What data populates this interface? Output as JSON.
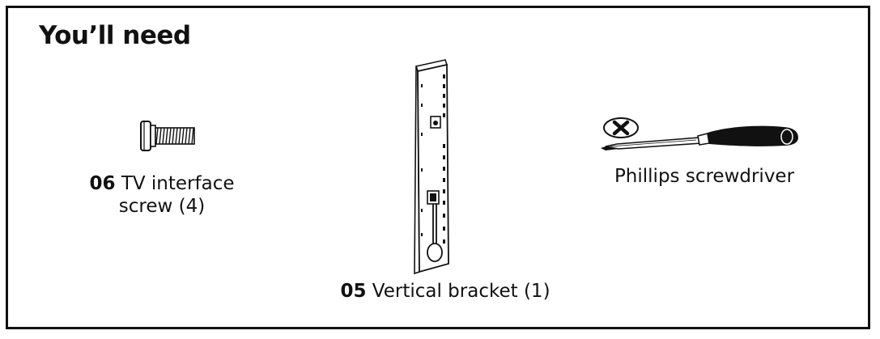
{
  "header": {
    "title": "You’ll need"
  },
  "items": [
    {
      "code": "06",
      "name_line1": "TV interface",
      "name_line2": "screw (4)",
      "icon": "screw-icon"
    },
    {
      "code": "05",
      "name": "Vertical bracket (1)",
      "icon": "vertical-bracket-icon"
    },
    {
      "name": "Phillips screwdriver",
      "icon": "phillips-screwdriver-icon"
    }
  ],
  "colors": {
    "ink": "#111111",
    "background": "#ffffff"
  }
}
